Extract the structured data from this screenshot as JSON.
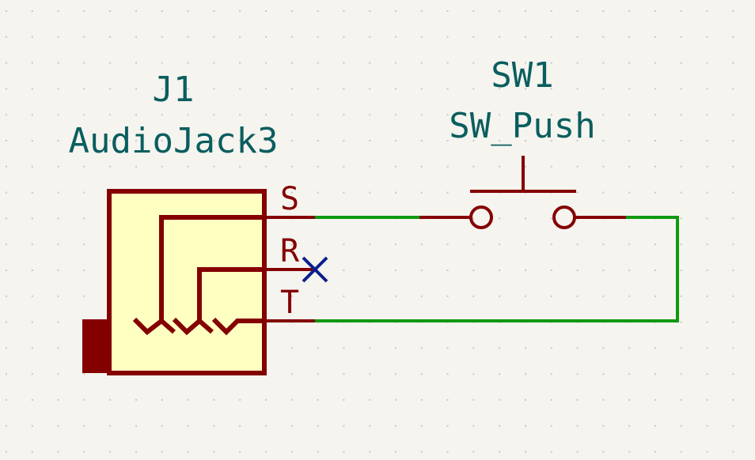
{
  "schematic": {
    "colors": {
      "background": "#f5f4ef",
      "grid_dot": "#c8c8c8",
      "component_body": "#ffffc2",
      "component_stroke": "#840000",
      "wire": "#109910",
      "no_connect": "#0a1e8c",
      "label_text": "#0a5e5e"
    },
    "audio_jack": {
      "reference": "J1",
      "value": "AudioJack3",
      "pins": [
        "S",
        "R",
        "T"
      ]
    },
    "switch": {
      "reference": "SW1",
      "value": "SW_Push"
    },
    "no_connect_pin": "R"
  }
}
